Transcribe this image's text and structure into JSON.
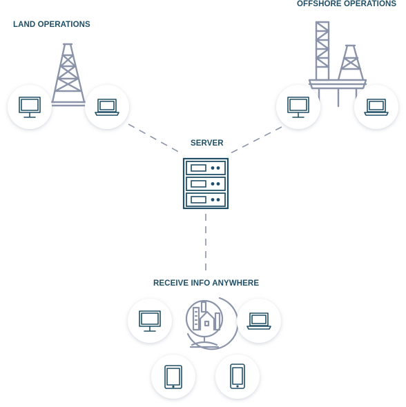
{
  "labels": {
    "land": "LAND OPERATIONS",
    "offshore": "OFFSHORE OPERATIONS",
    "server": "SERVER",
    "anywhere": "RECEIVE INFO ANYWHERE"
  },
  "colors": {
    "text": "#1f4e66",
    "icon": "#1f4e66",
    "rig": "#8a93a8",
    "connector": "#8a93a8"
  },
  "icons": [
    "land-rig-icon",
    "offshore-rig-icon",
    "server-icon",
    "globe-city-icon",
    "desktop-monitor-icon",
    "laptop-icon",
    "tablet-icon",
    "smartphone-icon"
  ]
}
